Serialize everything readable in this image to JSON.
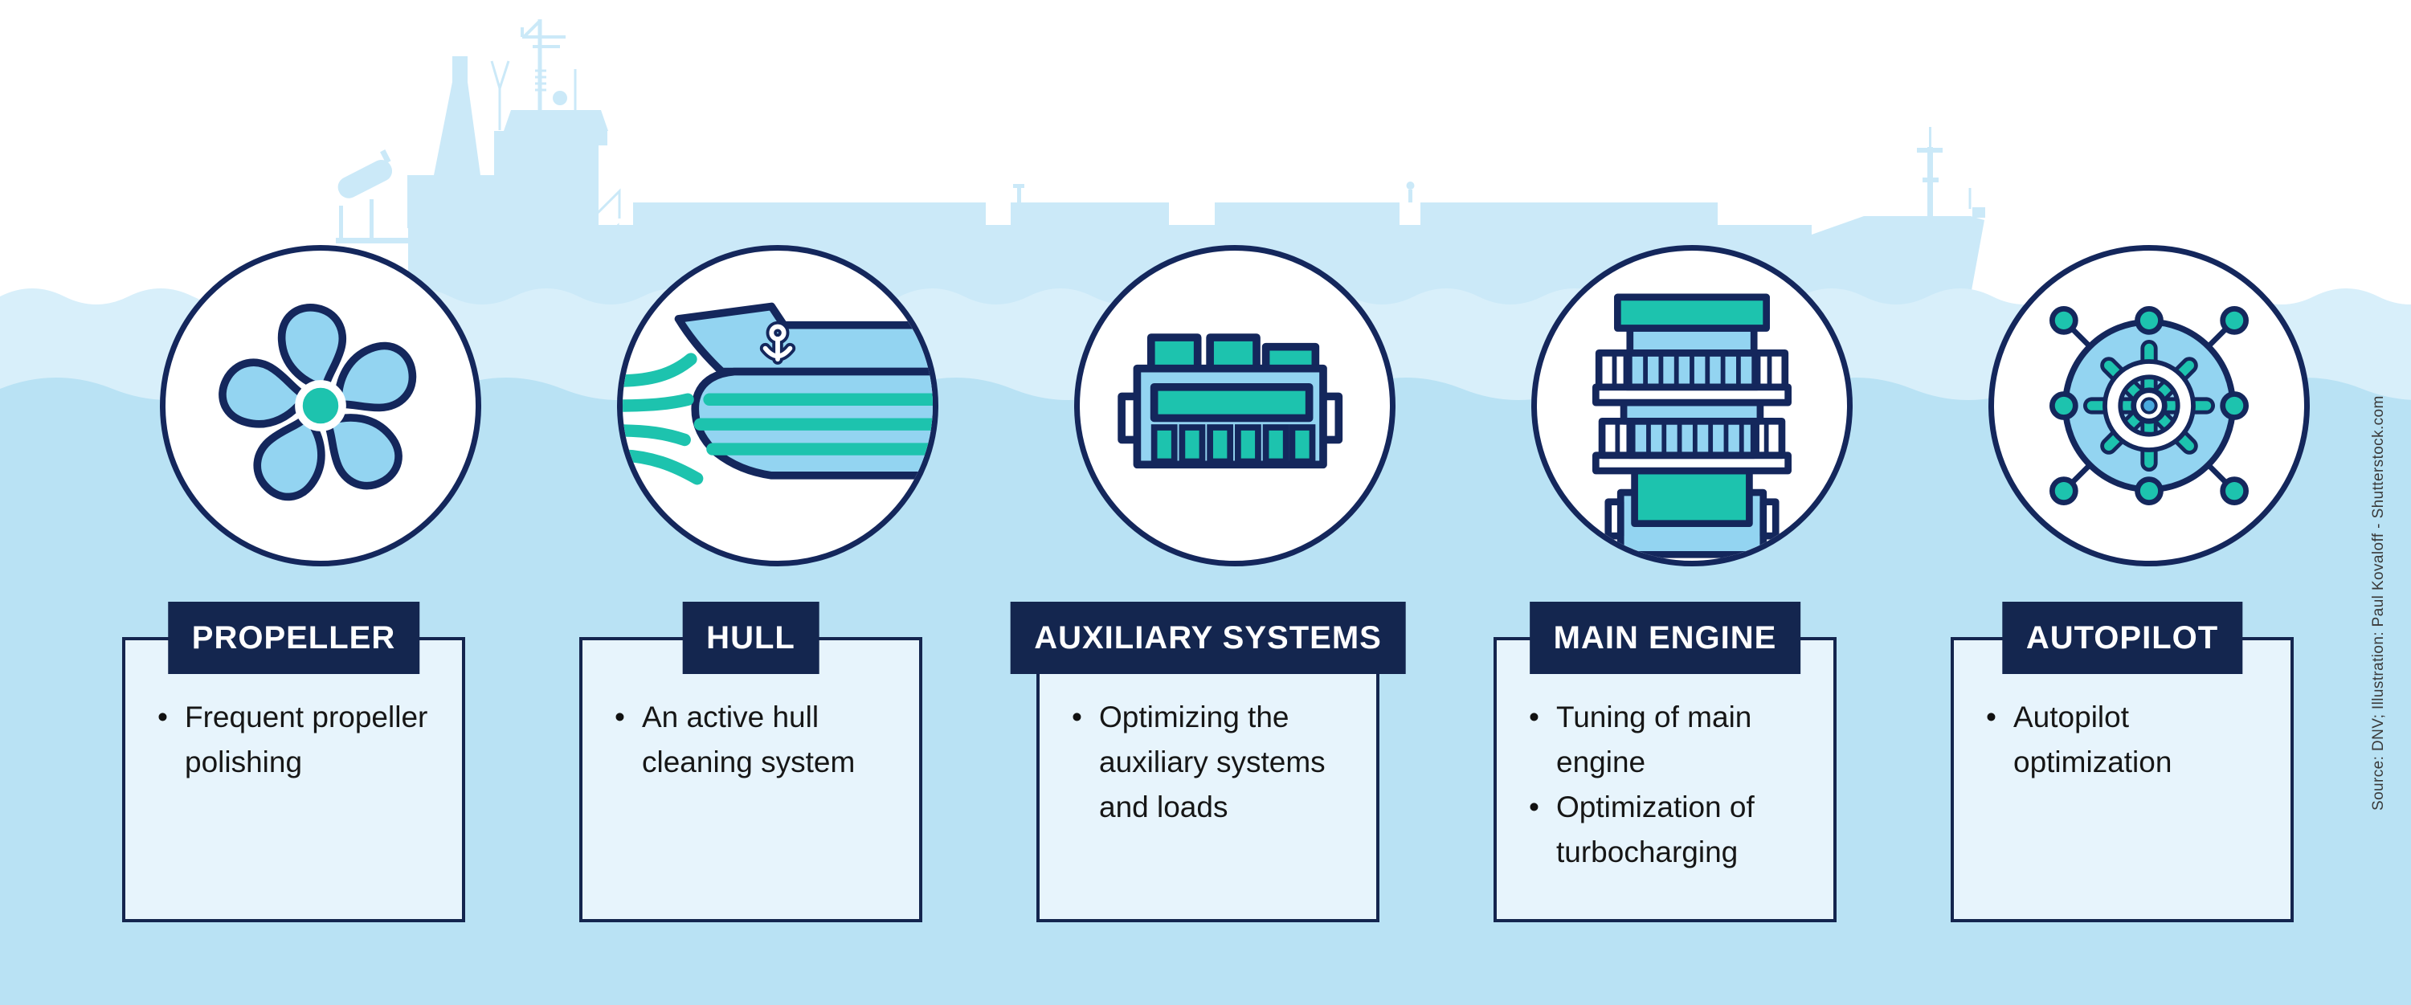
{
  "credit": "Source: DNV; Illustration: Paul Kovaloff - Shutterstock.com",
  "colors": {
    "navy": "#14275c",
    "header_bg": "#14264f",
    "card_fill": "#e7f4fc",
    "card_border": "#14254e",
    "teal": "#1dc3ae",
    "icon_blue": "#93d4f1",
    "ship_silhouette": "#cbe9f8",
    "wave_band_light": "#d8effa",
    "water_main": "#b9e2f4",
    "body_text": "#161616",
    "header_text": "#ffffff"
  },
  "cards": [
    {
      "title": "PROPELLER",
      "icon": "propeller-icon",
      "items": [
        "Frequent propeller polishing"
      ]
    },
    {
      "title": "HULL",
      "icon": "hull-icon",
      "items": [
        "An active hull cleaning system"
      ]
    },
    {
      "title": "AUXILIARY SYSTEMS",
      "icon": "auxiliary-systems-icon",
      "items": [
        "Optimizing the auxiliary systems and loads"
      ]
    },
    {
      "title": "MAIN ENGINE",
      "icon": "main-engine-icon",
      "items": [
        "Tuning of main engine",
        "Optimization of turbocharging"
      ]
    },
    {
      "title": "AUTOPILOT",
      "icon": "autopilot-icon",
      "items": [
        "Autopilot optimization"
      ]
    }
  ]
}
